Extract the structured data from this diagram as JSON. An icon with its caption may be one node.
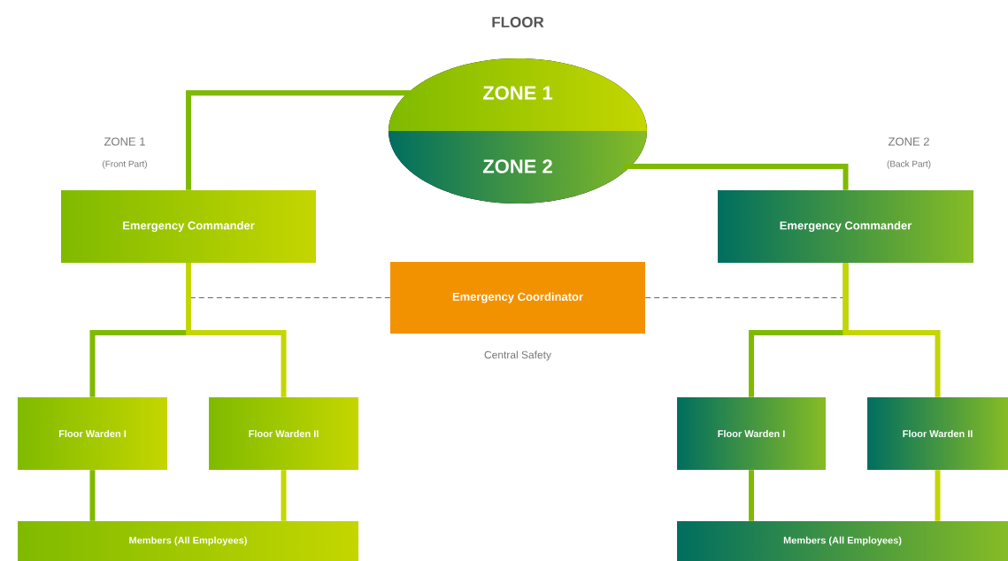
{
  "diagram": {
    "title": "FLOOR",
    "nodes": [
      {
        "text": [
          "ZONE 1"
        ]
      },
      {
        "text": [
          "ZONE 2"
        ]
      },
      {
        "text": [
          "Emergency Commander"
        ],
        "beside": [
          "ZONE 1",
          "(Front Part)"
        ]
      },
      {
        "text": [
          "Emergency Commander"
        ],
        "beside": [
          "ZONE 2",
          "(Back Part)"
        ]
      },
      {
        "text": [
          "Emergency Coordinator"
        ],
        "beside": [
          "Central Safety"
        ]
      },
      {
        "text": [
          "Floor Warden I"
        ]
      },
      {
        "text": [
          "Floor Warden II"
        ]
      },
      {
        "text": [
          "Members (All Employees)"
        ]
      },
      {
        "text": [
          "Floor Warden I"
        ]
      },
      {
        "text": [
          "Floor Warden II"
        ]
      },
      {
        "text": [
          "Members (All Employees)"
        ]
      }
    ],
    "edges": [
      {
        "from": 0,
        "to": 2,
        "arrow": "none"
      },
      {
        "from": 1,
        "to": 3,
        "arrow": "none"
      },
      {
        "from": 4,
        "to": 2,
        "arrow": "none",
        "style": "dashed",
        "color": "#666666"
      },
      {
        "from": 4,
        "to": 3,
        "arrow": "none",
        "style": "dashed",
        "color": "#666666"
      },
      {
        "from": 2,
        "to": 5,
        "arrow": "none"
      },
      {
        "from": 2,
        "to": 6,
        "arrow": "none"
      },
      {
        "from": 5,
        "to": 7,
        "arrow": "none"
      },
      {
        "from": 6,
        "to": 7,
        "arrow": "none"
      },
      {
        "from": 3,
        "to": 8,
        "arrow": "none"
      },
      {
        "from": 3,
        "to": 9,
        "arrow": "none"
      },
      {
        "from": 8,
        "to": 10,
        "arrow": "none"
      },
      {
        "from": 9,
        "to": 10,
        "arrow": "none"
      }
    ]
  }
}
